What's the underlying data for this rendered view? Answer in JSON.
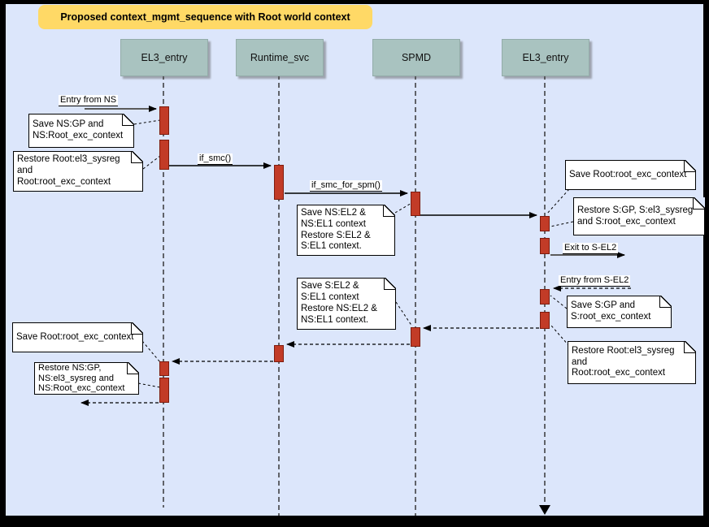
{
  "diagram_title": "Proposed context_mgmt_sequence with Root world context",
  "lifelines": [
    {
      "label": "EL3_entry"
    },
    {
      "label": "Runtime_svc"
    },
    {
      "label": "SPMD"
    },
    {
      "label": "EL3_entry"
    }
  ],
  "messages": {
    "entry_from_ns": "Entry from NS",
    "if_smc": "if_smc()",
    "if_smc_for_spm": "if_smc_for_spm()",
    "exit_to_s_el2": "Exit to S-EL2",
    "entry_from_s_el2": "Entry from S-EL2"
  },
  "notes": [
    {
      "text": "Save NS:GP and\nNS:Root_exc_context"
    },
    {
      "text": "Restore Root:el3_sysreg\nand\nRoot:root_exc_context"
    },
    {
      "text": "Save NS:EL2 &\nNS:EL1 context\nRestore S:EL2 &\nS:EL1 context."
    },
    {
      "text": "Save Root:root_exc_context"
    },
    {
      "text": "Restore S:GP, S:el3_sysreg\nand S:root_exc_context"
    },
    {
      "text": "Save S:GP and\nS:root_exc_context"
    },
    {
      "text": "Restore Root:el3_sysreg\nand\nRoot:root_exc_context"
    },
    {
      "text": "Save S:EL2 &\nS:EL1 context\nRestore NS:EL2 &\nNS:EL1 context."
    },
    {
      "text": "Save Root:root_exc_context"
    },
    {
      "text": "Restore NS:GP,\nNS:el3_sysreg and\nNS:Root_exc_context"
    }
  ],
  "colors": {
    "page_background": "#dce6fb",
    "frame": "#000000",
    "title_bg": "#ffd966",
    "lifeline_header_bg": "#a9c3c0",
    "activation_bar_fill": "#c23b27",
    "activation_bar_border": "#7e1c0e",
    "note_bg": "#ffffff",
    "entry_exit_arrow": "#5b5b5b"
  }
}
